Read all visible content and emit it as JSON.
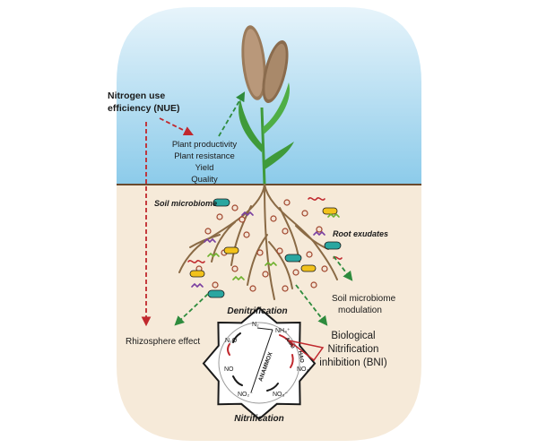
{
  "labels": {
    "nue_line1": "Nitrogen use",
    "nue_line2": "efficiency (NUE)",
    "outcome_1": "Plant productivity",
    "outcome_2": "Plant resistance",
    "outcome_3": "Yield",
    "outcome_4": "Quality",
    "soil_microbiome": "Soil microbiome",
    "root_exudates": "Root exudates",
    "modulation_line1": "Soil microbiome",
    "modulation_line2": "modulation",
    "denitrification": "Denitrification",
    "bni_line1": "Biological",
    "bni_line2": "Nitrification",
    "bni_line3": "inhibition (BNI)",
    "rhizosphere": "Rhizosphere effect",
    "nitrification": "Nitrification"
  },
  "cycle": {
    "n2": "N₂",
    "nh4": "NH₄⁺",
    "n2o": "N₂O",
    "no": "NO",
    "no2_left": "NO₂⁻",
    "no3": "NO₃⁻",
    "no2_right": "NO₂⁻",
    "anammox": "ANAMMOX",
    "amo": "AMO",
    "hao": "HAO"
  },
  "colors": {
    "sky_top": "#d6ecf7",
    "sky_bottom": "#8cc8e8",
    "soil": "#f6ead9",
    "ground_line": "#6b4a2e",
    "root": "#8a6a45",
    "arrow_red": "#c0282d",
    "arrow_green": "#2e8b3d",
    "leaf": "#3f9a3a",
    "octagon": "#1a1a1a"
  }
}
